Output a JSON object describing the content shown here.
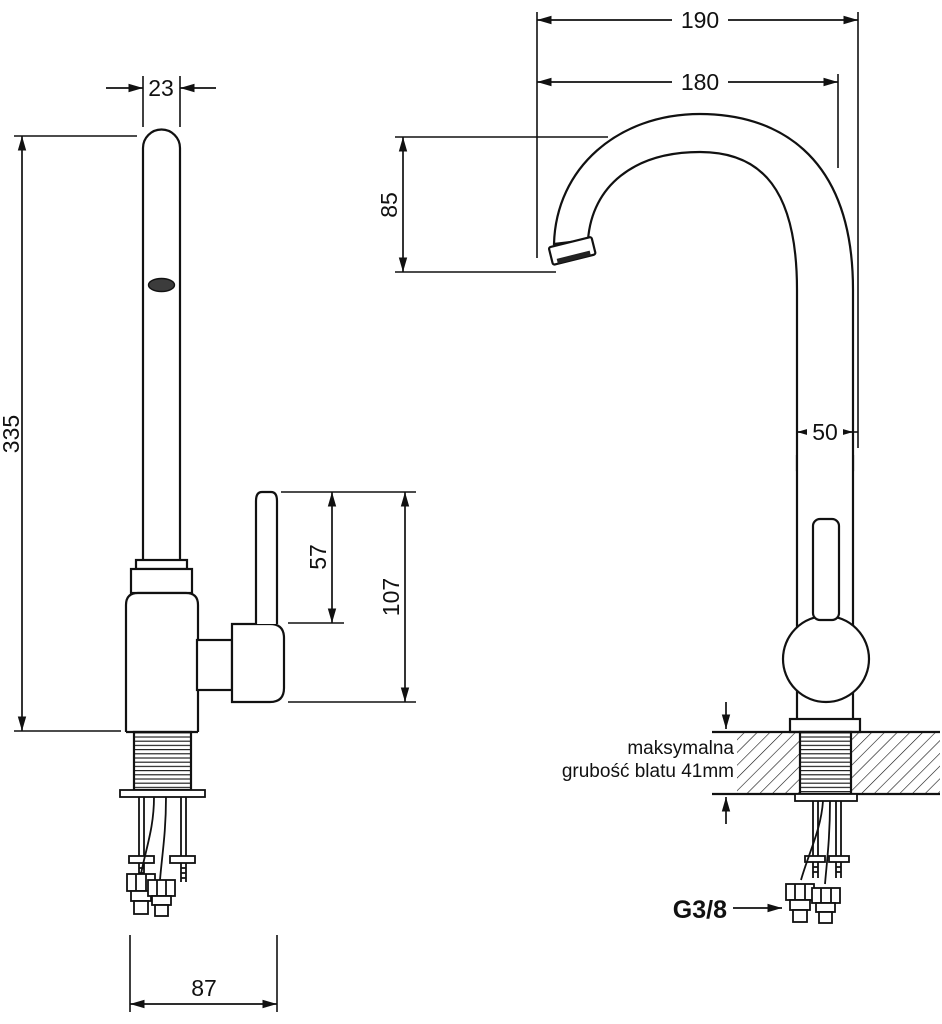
{
  "drawing": {
    "subject": "Kitchen faucet dimensional drawing",
    "units": "mm",
    "views": [
      "side view",
      "front view"
    ]
  },
  "side_view": {
    "dim_spout_width": "23",
    "dim_total_height": "335",
    "dim_lever_height": "57",
    "dim_lever_to_base": "107",
    "dim_base_depth": "87"
  },
  "front_view": {
    "dim_reach_overall": "190",
    "dim_reach_inner": "180",
    "dim_spout_drop": "85",
    "dim_body_width": "50",
    "countertop_note_line1": "maksymalna",
    "countertop_note_line2": "grubość blatu 41mm",
    "thread_label": "G3/8"
  }
}
